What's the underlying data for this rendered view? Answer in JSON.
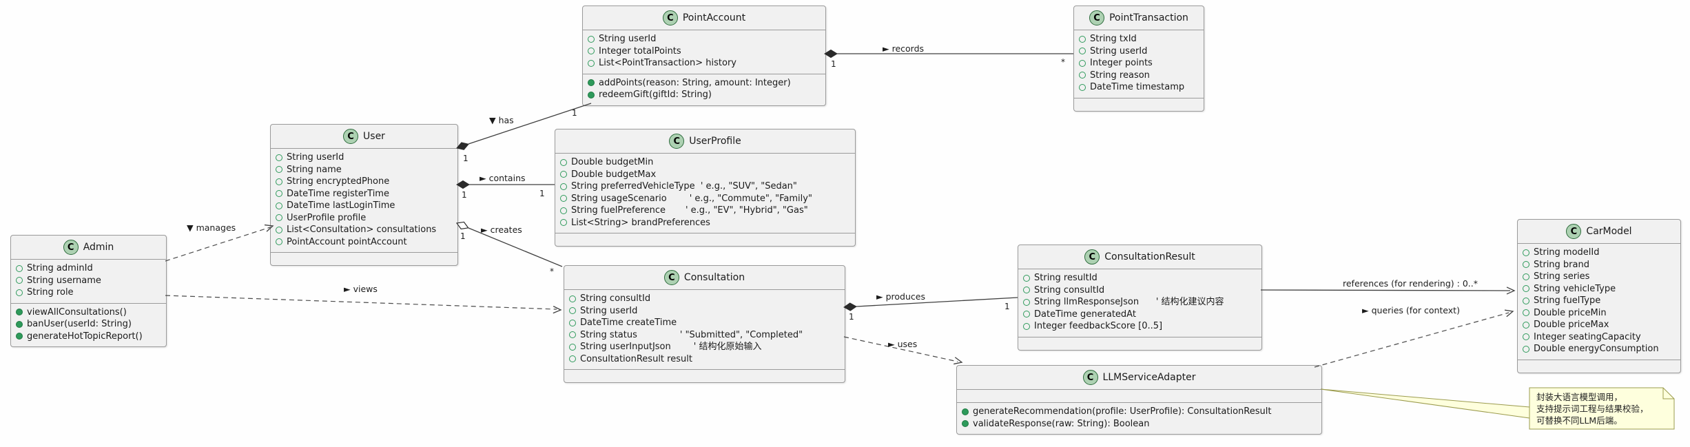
{
  "class_icon_letter": "C",
  "classes": [
    {
      "name": "PointAccount",
      "attributes": [
        "String userId",
        "Integer totalPoints",
        "List<PointTransaction> history"
      ],
      "methods": [
        "addPoints(reason: String, amount: Integer)",
        "redeemGift(giftId: String)"
      ]
    },
    {
      "name": "PointTransaction",
      "attributes": [
        "String txId",
        "String userId",
        "Integer points",
        "String reason",
        "DateTime timestamp"
      ],
      "methods": []
    },
    {
      "name": "User",
      "attributes": [
        "String userId",
        "String name",
        "String encryptedPhone",
        "DateTime registerTime",
        "DateTime lastLoginTime",
        "UserProfile profile",
        "List<Consultation> consultations",
        "PointAccount pointAccount"
      ],
      "methods": []
    },
    {
      "name": "UserProfile",
      "attributes": [
        "Double budgetMin",
        "Double budgetMax",
        "String preferredVehicleType  ' e.g., \"SUV\", \"Sedan\"",
        "String usageScenario        ' e.g., \"Commute\", \"Family\"",
        "String fuelPreference       ' e.g., \"EV\", \"Hybrid\", \"Gas\"",
        "List<String> brandPreferences"
      ],
      "methods": []
    },
    {
      "name": "Admin",
      "attributes": [
        "String adminId",
        "String username",
        "String role"
      ],
      "methods": [
        "viewAllConsultations()",
        "banUser(userId: String)",
        "generateHotTopicReport()"
      ]
    },
    {
      "name": "Consultation",
      "attributes": [
        "String consultId",
        "String userId",
        "DateTime createTime",
        "String status               ' \"Submitted\", \"Completed\"",
        "String userInputJson        ' 结构化原始输入",
        "ConsultationResult result"
      ],
      "methods": []
    },
    {
      "name": "ConsultationResult",
      "attributes": [
        "String resultId",
        "String consultId",
        "String llmResponseJson      ' 结构化建议内容",
        "DateTime generatedAt",
        "Integer feedbackScore [0..5]"
      ],
      "methods": []
    },
    {
      "name": "CarModel",
      "attributes": [
        "String modelId",
        "String brand",
        "String series",
        "String vehicleType",
        "String fuelType",
        "Double priceMin",
        "Double priceMax",
        "Integer seatingCapacity",
        "Double energyConsumption"
      ],
      "methods": []
    },
    {
      "name": "LLMServiceAdapter",
      "attributes": [],
      "methods": [
        "generateRecommendation(profile: UserProfile): ConsultationResult",
        "validateResponse(raw: String): Boolean"
      ]
    }
  ],
  "edges": {
    "records": {
      "label": "► records",
      "source_mult": "1",
      "target_mult": "*"
    },
    "has": {
      "label": "▼ has",
      "source_mult": "1",
      "target_mult": "1"
    },
    "contains": {
      "label": "► contains",
      "source_mult": "1",
      "target_mult": "1"
    },
    "creates": {
      "label": "► creates",
      "source_mult": "1",
      "target_mult": "*"
    },
    "manages": {
      "label": "▼ manages"
    },
    "views": {
      "label": "► views"
    },
    "produces": {
      "label": "► produces",
      "source_mult": "1",
      "target_mult": "1"
    },
    "uses": {
      "label": "► uses"
    },
    "references": {
      "label": "references (for rendering) : 0..*"
    },
    "queries": {
      "label": "► queries (for context)"
    }
  },
  "note": {
    "lines": [
      "封装大语言模型调用，",
      "支持提示词工程与结果校验，",
      "可替换不同LLM后端。"
    ]
  },
  "colors": {
    "background": "#FEFEFE",
    "class_fill": "#F1F1F1",
    "class_border": "#9A9A9A",
    "stereotype_circle_fill": "#ADD1B2",
    "member_icon_green": "#2E9A5B",
    "line": "#3F3F3F",
    "note_fill": "#FEFFDD",
    "note_border": "#9B9B4D"
  }
}
